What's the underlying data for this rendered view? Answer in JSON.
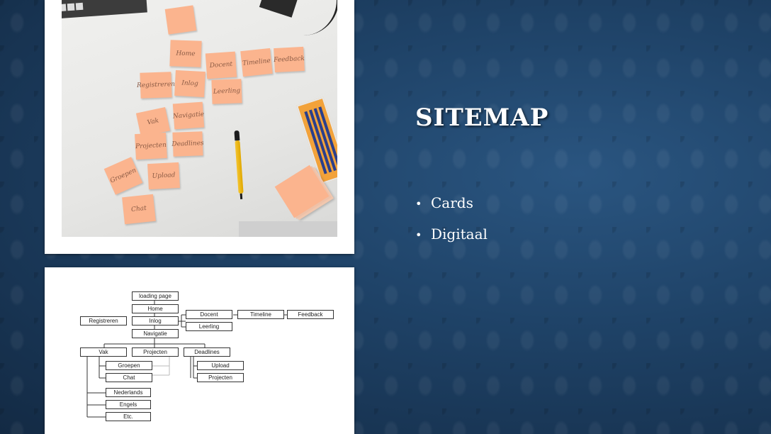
{
  "slide": {
    "title": "SITEMAP",
    "bullets": [
      "Cards",
      "Digitaal"
    ]
  },
  "photo": {
    "sticky_notes": [
      "",
      "Home",
      "Docent",
      "Timeline",
      "Feedback",
      "Registreren",
      "Inlog",
      "Leerling",
      "Vak",
      "Navigatie",
      "Projecten",
      "Deadlines",
      "Groepen",
      "Upload",
      "Chat"
    ]
  },
  "sitemap": {
    "loading": "loading page",
    "home": "Home",
    "registreren": "Registreren",
    "inlog": "Inlog",
    "docent": "Docent",
    "timeline": "Timeline",
    "feedback": "Feedback",
    "leerling": "Leerling",
    "navigatie": "Navigatie",
    "vak": "Vak",
    "projecten": "Projecten",
    "deadlines": "Deadlines",
    "groepen": "Groepen",
    "chat": "Chat",
    "upload": "Upload",
    "projecten_sub": "Projecten",
    "nederlands": "Nederlands",
    "engels": "Engels",
    "etc": "Etc."
  },
  "colors": {
    "background": "#1d3d5e",
    "sticky": "#fbb48e",
    "text": "#ffffff"
  }
}
